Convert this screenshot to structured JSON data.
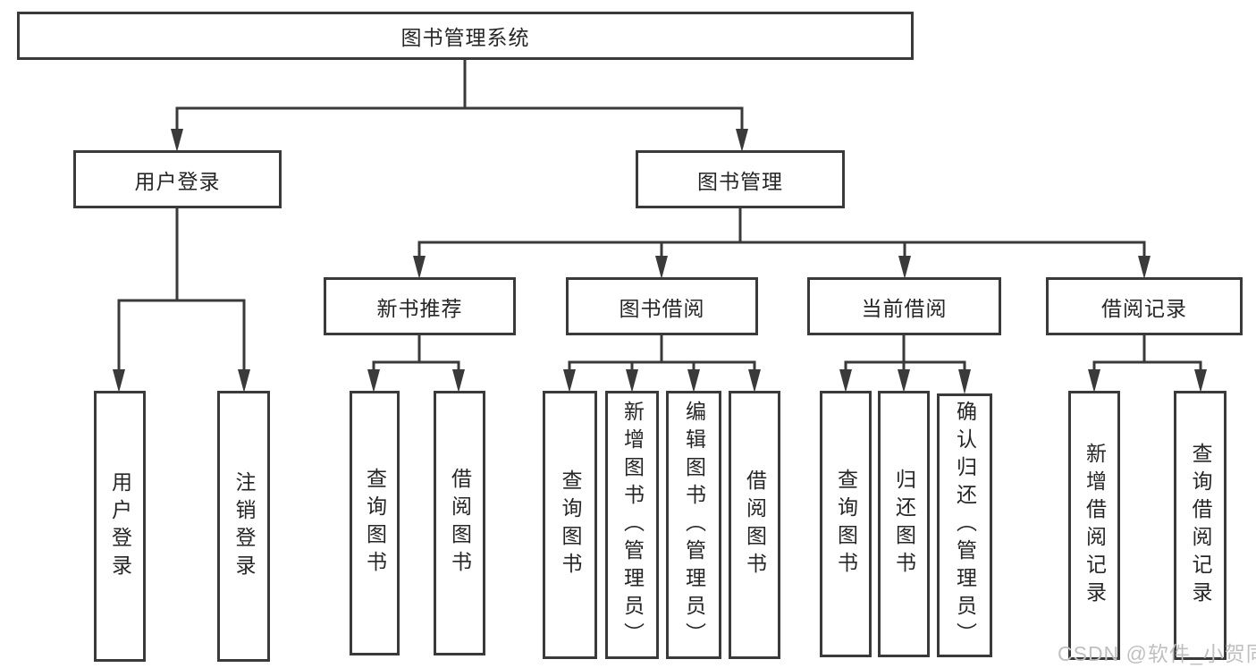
{
  "diagram": {
    "title": "图书管理系统",
    "branches": [
      {
        "label": "用户登录",
        "children": [
          {
            "label": "用户登录"
          },
          {
            "label": "注销登录"
          }
        ]
      },
      {
        "label": "图书管理",
        "sections": [
          {
            "label": "新书推荐",
            "children": [
              {
                "label": "查询图书"
              },
              {
                "label": "借阅图书"
              }
            ]
          },
          {
            "label": "图书借阅",
            "children": [
              {
                "label": "查询图书"
              },
              {
                "label": "新增图书（管理员）"
              },
              {
                "label": "编辑图书（管理员）"
              },
              {
                "label": "借阅图书"
              }
            ]
          },
          {
            "label": "当前借阅",
            "children": [
              {
                "label": "查询图书"
              },
              {
                "label": "归还图书"
              },
              {
                "label": "确认归还（管理员）"
              }
            ]
          },
          {
            "label": "借阅记录",
            "children": [
              {
                "label": "新增借阅记录"
              },
              {
                "label": "查询借阅记录"
              }
            ]
          }
        ]
      }
    ]
  },
  "watermark": {
    "text": "CSDN @软件_小贺同学"
  },
  "colors": {
    "line": "#3a3a3a",
    "text": "#262626",
    "watermark": "#c0c0c0",
    "background": "#ffffff"
  }
}
